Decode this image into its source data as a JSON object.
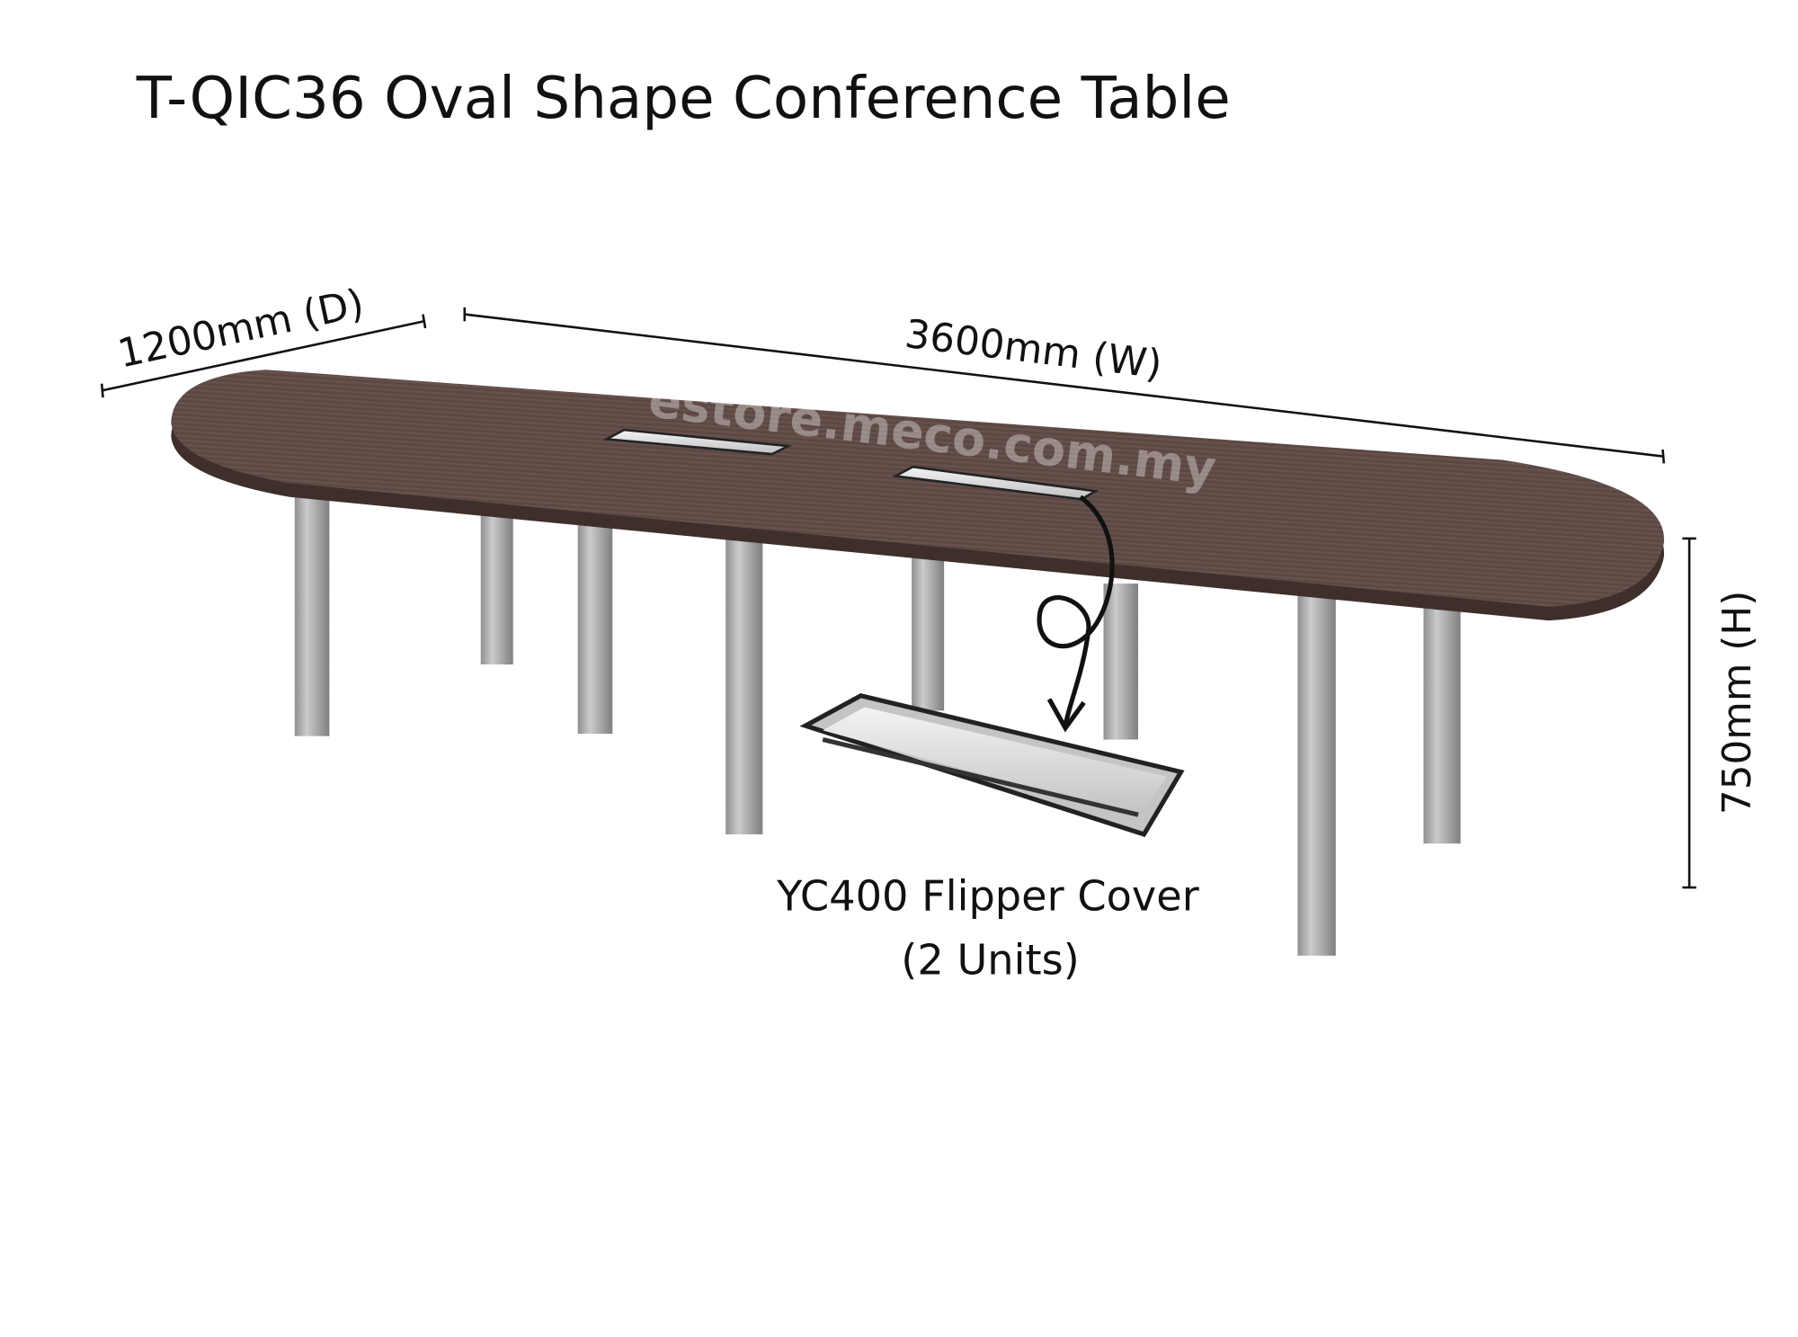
{
  "title": "T-QIC36 Oval Shape Conference Table",
  "dimensions": {
    "depth": "1200mm (D)",
    "width": "3600mm (W)",
    "height": "750mm (H)"
  },
  "watermark": "estore.meco.com.my",
  "callout": {
    "line1": "YC400 Flipper Cover",
    "line2": "(2 Units)"
  },
  "colors": {
    "tabletop": "#5e4a45",
    "edge": "#3e2f2a",
    "leg": "#a9abad"
  }
}
